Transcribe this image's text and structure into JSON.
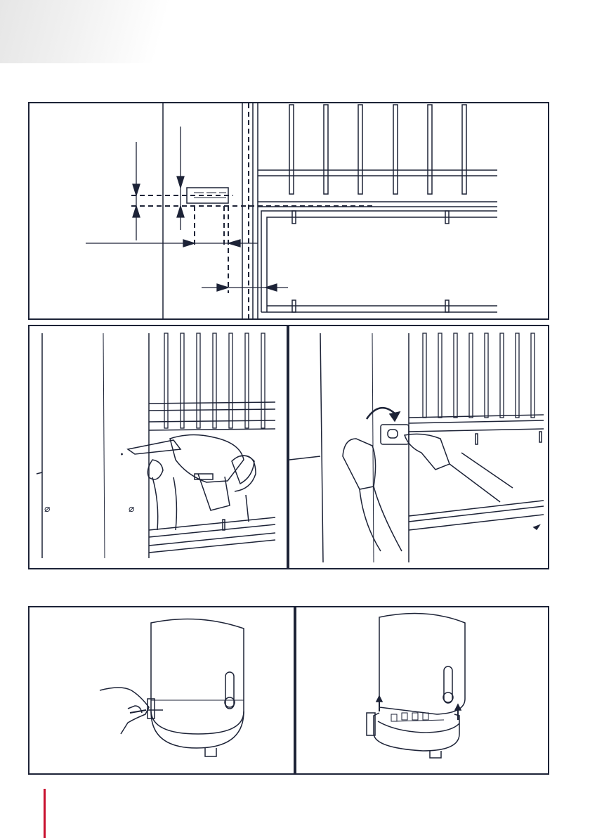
{
  "page": {
    "accent_color": "#c8102e",
    "line_color": "#1d2337"
  },
  "figures": [
    {
      "id": "fig-1",
      "content": "installation-dimensions-diagram"
    },
    {
      "id": "fig-2",
      "content": "drill-holes"
    },
    {
      "id": "fig-3",
      "content": "attach-bracket"
    },
    {
      "id": "fig-4",
      "content": "fix-screw"
    },
    {
      "id": "fig-5",
      "content": "remove-cover"
    }
  ],
  "symbols": {
    "diameter_1": "⌀",
    "diameter_2": "⌀"
  }
}
